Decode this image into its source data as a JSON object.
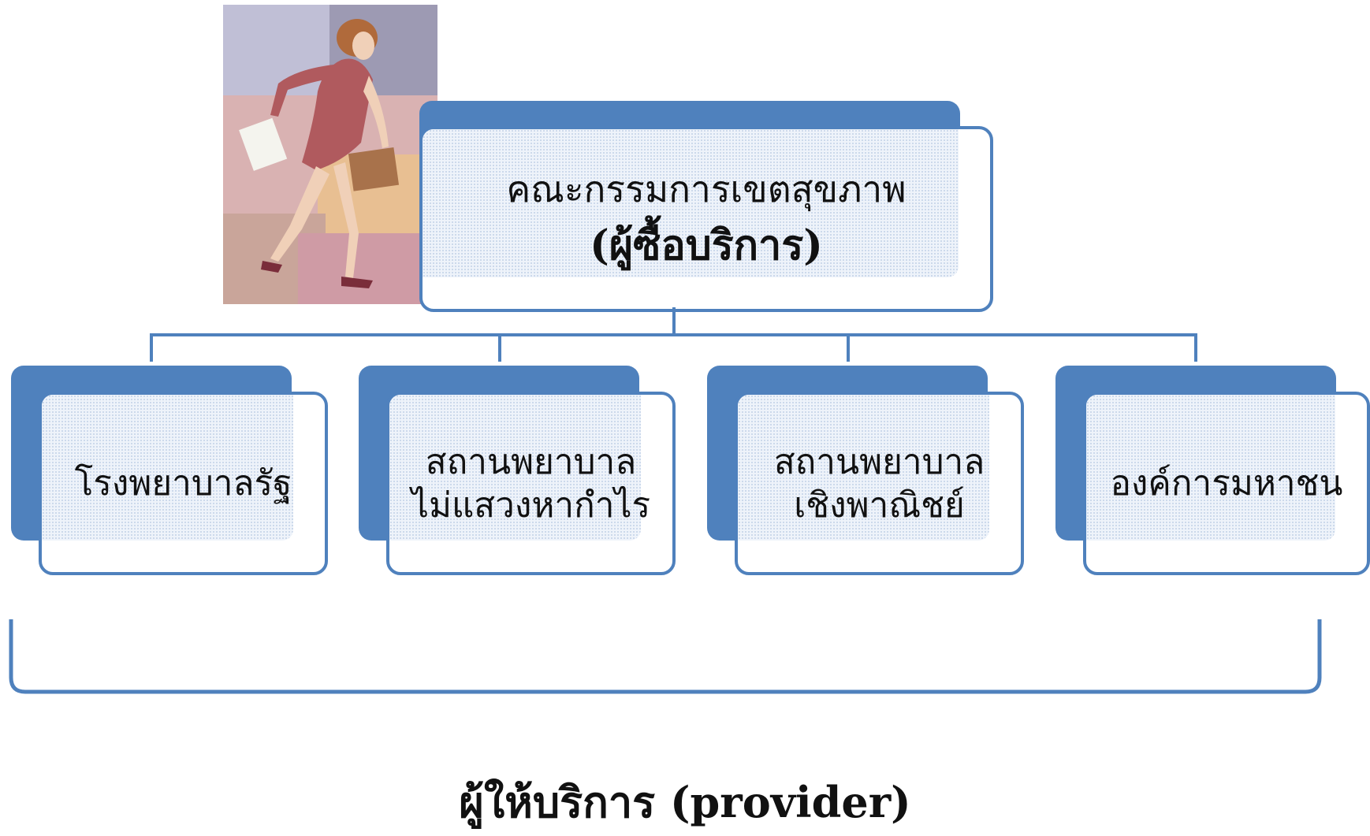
{
  "root": {
    "line1": "คณะกรรมการเขตสุขภาพ",
    "line2": "(ผู้ซื้อบริการ)"
  },
  "children": [
    {
      "line1": "โรงพยาบาลรัฐ",
      "line2": ""
    },
    {
      "line1": "สถานพยาบาล",
      "line2": "ไม่แสวงหากำไร"
    },
    {
      "line1": "สถานพยาบาล",
      "line2": "เชิงพาณิชย์"
    },
    {
      "line1": "องค์การมหาชน",
      "line2": ""
    }
  ],
  "caption": "ผู้ให้บริการ (provider)",
  "colors": {
    "accent": "#4f81bd",
    "fill": "#eef3fa"
  },
  "illustration": "businesswoman-clipart"
}
